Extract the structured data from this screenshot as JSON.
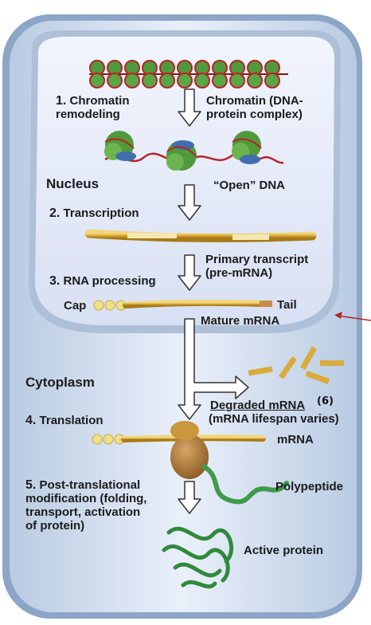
{
  "steps": {
    "s1_num": "1.",
    "s1_line1": "Chromatin",
    "s1_line2": "remodeling",
    "s2_num": "2.",
    "s2_text": "Transcription",
    "s3_num": "3.",
    "s3_text": "RNA processing",
    "s4_num": "4.",
    "s4_text": "Translation",
    "s5_num": "5.",
    "s5_line1": "Post-translational",
    "s5_line2": "modification (folding,",
    "s5_line3": "transport, activation",
    "s5_line4": "of protein)"
  },
  "regions": {
    "nucleus": "Nucleus",
    "cytoplasm": "Cytoplasm"
  },
  "labels": {
    "chromatin_line1": "Chromatin (DNA-",
    "chromatin_line2": "protein complex)",
    "open_dna": "“Open” DNA",
    "primary_line1": "Primary transcript",
    "primary_line2": "(pre-mRNA)",
    "cap": "Cap",
    "tail": "Tail",
    "mature_mrna": "Mature mRNA",
    "degraded_mrna": "Degraded mRNA",
    "handwritten_note": "(6)",
    "lifespan": "(mRNA lifespan varies)",
    "mrna": "mRNA",
    "polypeptide": "Polypeptide",
    "active_protein": "Active protein"
  },
  "colors": {
    "cell_fill": "#dde7f4",
    "membrane": "#9fb6d4",
    "nucleus_fill": "#e6ecf9",
    "mrna": "#d9ab3c",
    "dna_red": "#b8232a",
    "histone_green": "#4f9a3a",
    "annotation_arrow": "#b3262b"
  }
}
